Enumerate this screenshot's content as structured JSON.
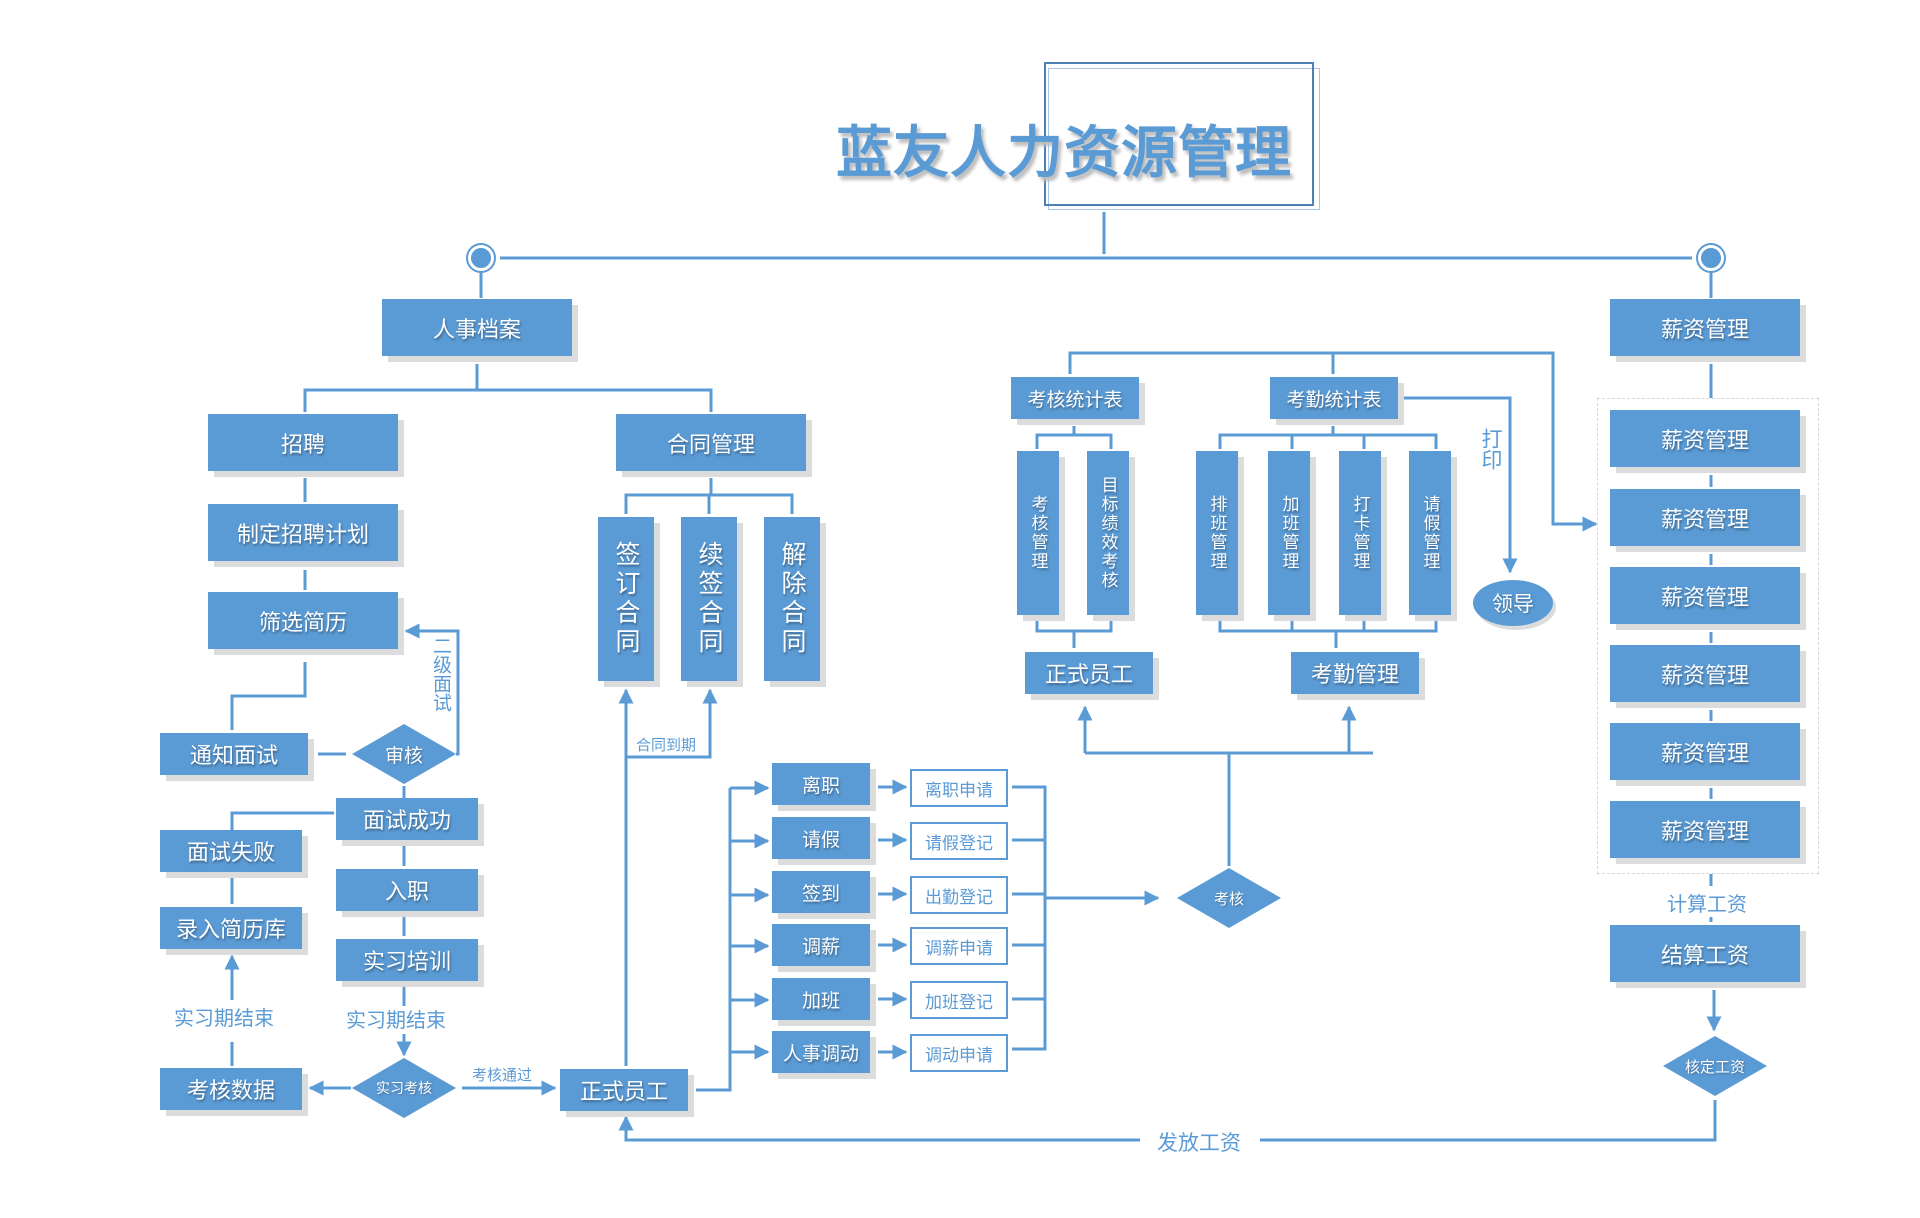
{
  "title": "蓝友人力资源管理",
  "theme": {
    "accent": "#5b9bd5",
    "frame": "#4f7fb3",
    "shadow": "#dcdcdc",
    "background": "#ffffff"
  },
  "personnel": {
    "root": "人事档案",
    "recruit": "招聘",
    "plan": "制定招聘计划",
    "screen": "筛选简历",
    "notify": "通知面试",
    "review": "审核",
    "second_interview": "二级面试",
    "success": "面试成功",
    "fail": "面试失败",
    "entry": "入职",
    "resume_db": "录入简历库",
    "training": "实习培训",
    "intern_end_left": "实习期结束",
    "intern_end_right": "实习期结束",
    "assess_data": "考核数据",
    "intern_assess": "实习考核",
    "assess_pass": "考核通过",
    "regular": "正式员工",
    "contract": "合同管理",
    "contract_items": [
      "签订合同",
      "续签合同",
      "解除合同"
    ],
    "contract_expire": "合同到期"
  },
  "events": {
    "items": [
      {
        "action": "离职",
        "record": "离职申请"
      },
      {
        "action": "请假",
        "record": "请假登记"
      },
      {
        "action": "签到",
        "record": "出勤登记"
      },
      {
        "action": "调薪",
        "record": "调薪申请"
      },
      {
        "action": "加班",
        "record": "加班登记"
      },
      {
        "action": "人事调动",
        "record": "调动申请"
      }
    ],
    "assess": "考核"
  },
  "stats": {
    "perf_table": "考核统计表",
    "attend_table": "考勤统计表",
    "perf_items": [
      "考核管理",
      "目标绩效考核"
    ],
    "attend_items": [
      "排班管理",
      "加班管理",
      "打卡管理",
      "请假管理"
    ],
    "print": "打印",
    "leader": "领导",
    "regular": "正式员工",
    "attend_mgmt": "考勤管理"
  },
  "salary": {
    "root": "薪资管理",
    "items": [
      "薪资管理",
      "薪资管理",
      "薪资管理",
      "薪资管理",
      "薪资管理",
      "薪资管理"
    ],
    "calc": "计算工资",
    "settle": "结算工资",
    "verify": "核定工资",
    "pay": "发放工资"
  }
}
